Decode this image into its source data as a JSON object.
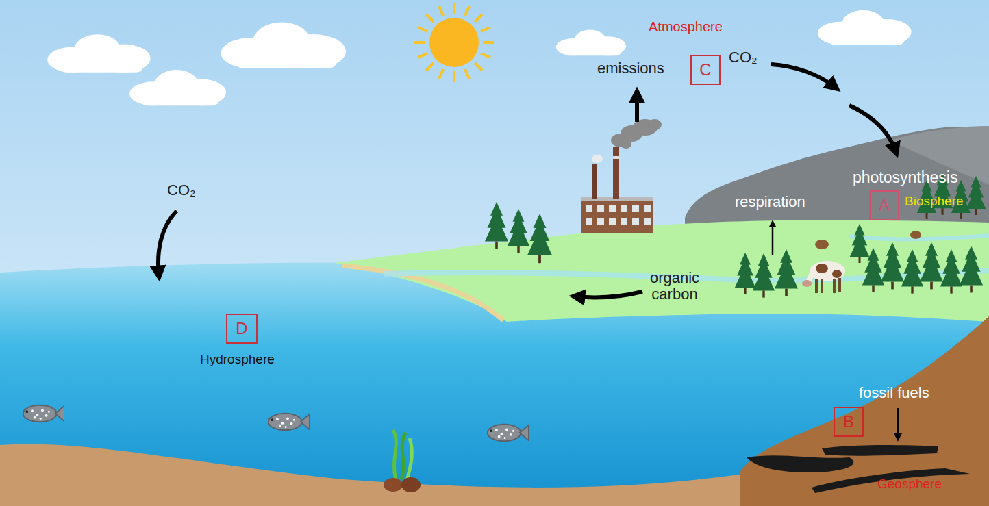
{
  "diagram": {
    "nodes": [
      {
        "text": [
          "C"
        ]
      },
      {
        "text": [
          "A"
        ]
      },
      {
        "text": [
          "D"
        ]
      },
      {
        "text": [
          "B"
        ]
      }
    ],
    "labels": [
      "Atmosphere",
      "emissions",
      "CO₂",
      "photosynthesis",
      "respiration",
      "Biosphere",
      "CO₂",
      "organic carbon",
      "Hydrosphere",
      "fossil fuels",
      "Geosphere"
    ]
  }
}
